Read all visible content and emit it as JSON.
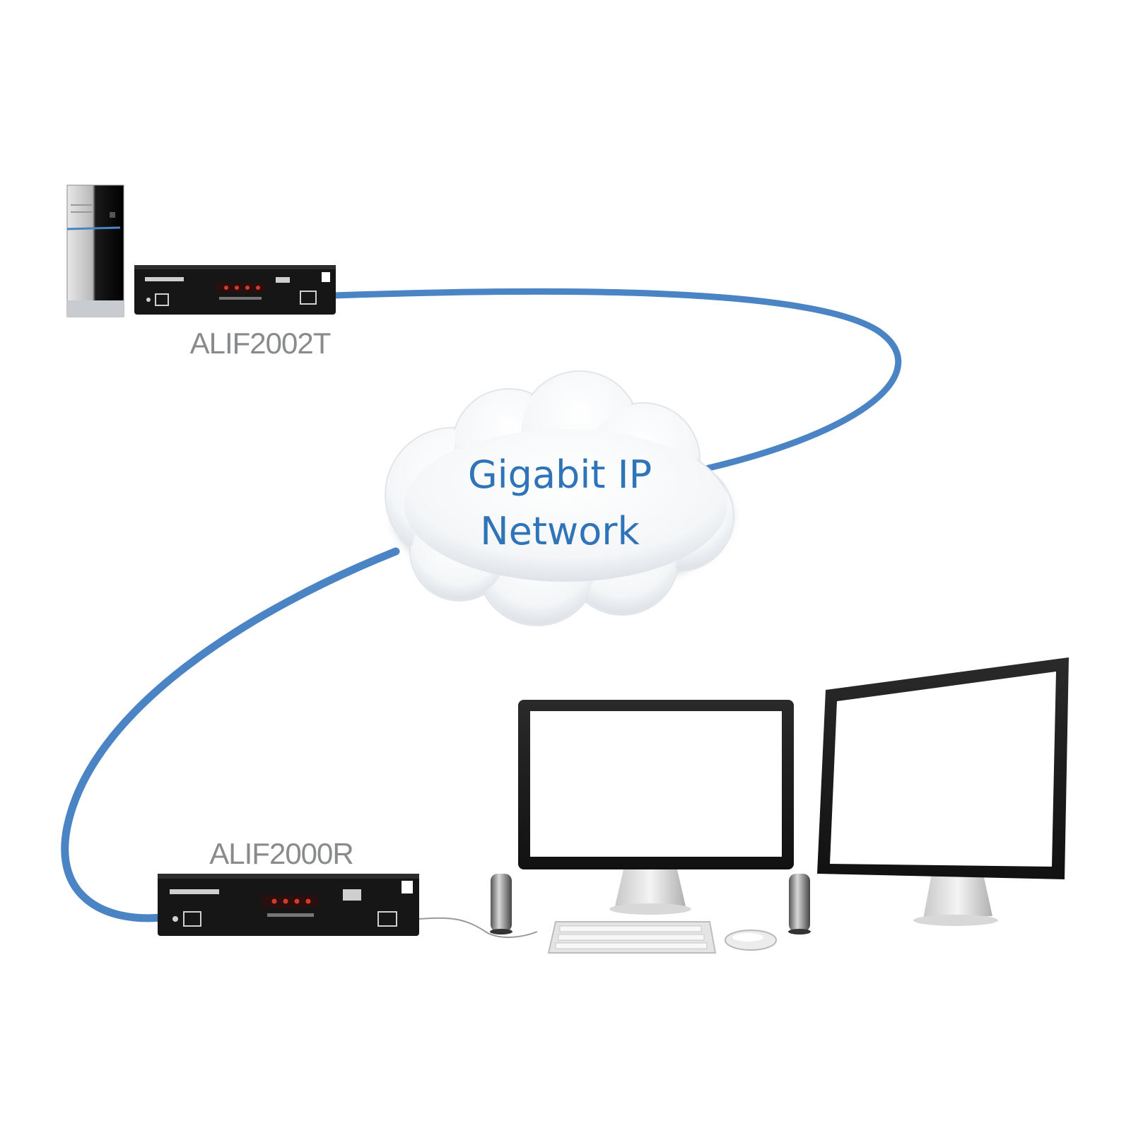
{
  "diagram": {
    "transmitter_label": "ALIF2002T",
    "receiver_label": "ALIF2000R",
    "network_label_line1": "Gigabit IP",
    "network_label_line2": "Network"
  },
  "colors": {
    "cable": "#4a84c4",
    "network_text": "#2f74b8",
    "device_label": "#888a8c",
    "device_body": "#161616"
  }
}
